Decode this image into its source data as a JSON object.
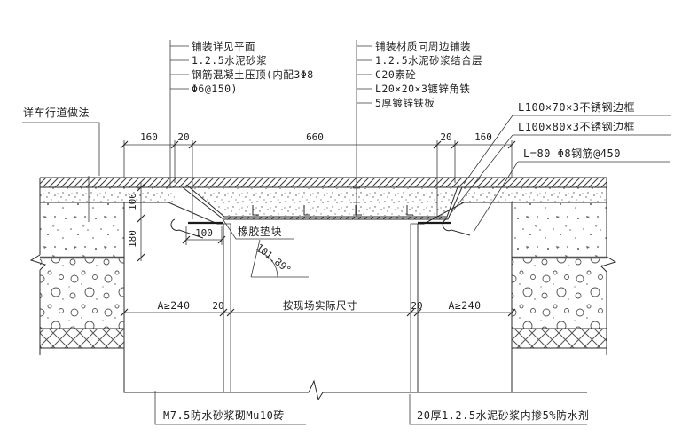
{
  "annotations": {
    "left_note": "详车行道做法",
    "left_stack": [
      "铺装详见平面",
      "1.2.5水泥砂浆",
      "钢筋混凝土压顶(内配3Φ8",
      "Φ6@150)"
    ],
    "right_stack": [
      "铺装材质同周边铺装",
      "1.2.5水泥砂浆结合层",
      "C20素砼",
      "L20×20×3镀锌角铁",
      "5厚镀锌铁板"
    ],
    "side_labels": [
      "L100×70×3不锈钢边框",
      "L100×80×3不锈钢边框",
      "L=80  Φ8钢筋@450"
    ],
    "rubber_pad": "橡胶垫块",
    "angle": "101.89°",
    "bottom_left": "M7.5防水砂浆砌Mu10砖",
    "bottom_right": "20厚1.2.5水泥砂浆内掺5%防水剂"
  },
  "dimensions": {
    "top": [
      "160",
      "20",
      "660",
      "20",
      "160"
    ],
    "vertical": [
      "100",
      "180"
    ],
    "seat": "100",
    "middle": [
      "A≥240",
      "20",
      "按现场实际尺寸",
      "20",
      "A≥240"
    ]
  },
  "colors": {
    "line": "#222222",
    "background": "#ffffff",
    "hatch": "#555555"
  }
}
